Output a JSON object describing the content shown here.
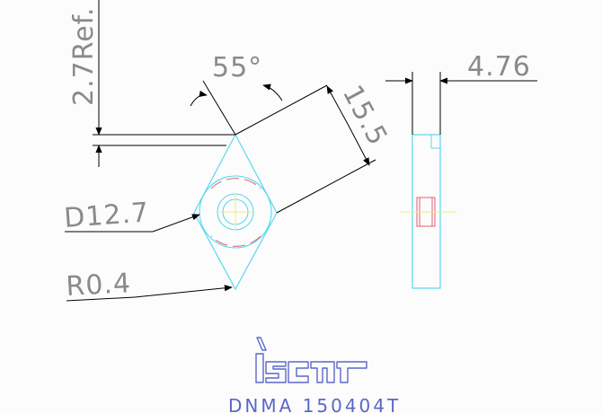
{
  "drawing": {
    "dimensions": {
      "ref_height": "2.7Ref.",
      "included_angle": "55°",
      "edge_length": "15.5",
      "thickness": "4.76",
      "inscribed_circle": "D12.7",
      "corner_radius": "R0.4"
    },
    "brand": {
      "logo_text": "iscar",
      "designation": "DNMA 150404T"
    },
    "colors": {
      "dimension_lines": "#000000",
      "dimension_text": "#8a8a8a",
      "insert_outline": "#58d8ee",
      "center_lines": "#f2ec7a",
      "hole_section": "#e06070",
      "brand": "#5b67c9"
    }
  }
}
